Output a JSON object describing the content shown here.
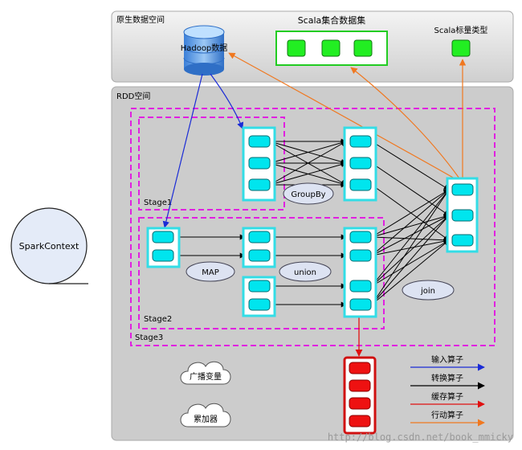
{
  "native_space": {
    "title": "原生数据空间",
    "hadoop_label": "Hadoop数据",
    "scala_collection_label": "Scala集合数据集",
    "scala_scalar_label": "Scala标量类型"
  },
  "rdd_space": {
    "title": "RDD空间",
    "stage1": "Stage1",
    "stage2": "Stage2",
    "stage3": "Stage3"
  },
  "operations": {
    "groupby": "GroupBy",
    "map": "MAP",
    "union": "union",
    "join": "join"
  },
  "spark_context": "SparkContext",
  "shared_variables": {
    "broadcast": "广播变量",
    "accumulator": "累加器"
  },
  "legend": [
    {
      "label": "输入算子",
      "color": "#1a2bd6"
    },
    {
      "label": "转换算子",
      "color": "#000000"
    },
    {
      "label": "缓存算子",
      "color": "#e01010"
    },
    {
      "label": "行动算子",
      "color": "#f07820"
    }
  ],
  "watermark": "http://blog.csdn.net/book_mmicky",
  "colors": {
    "partition": "#00e5ee",
    "rdd_border": "#33dde6",
    "stage_border": "#e020e0",
    "scala_block": "#22ee22",
    "cache_block": "#ee1111"
  }
}
